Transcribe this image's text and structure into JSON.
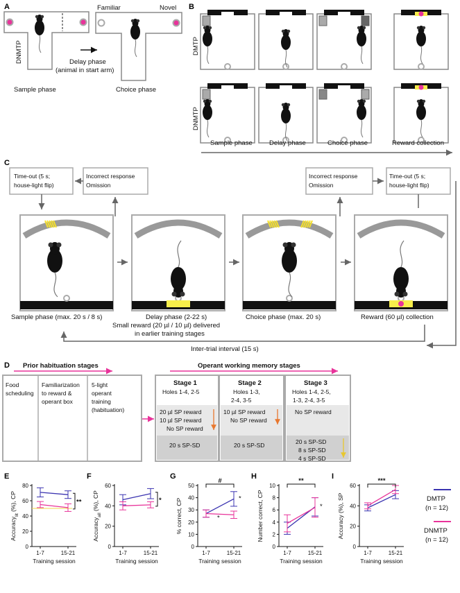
{
  "panelA": {
    "letter": "A",
    "familiar": "Familiar",
    "novel": "Novel",
    "dnmtp": "DNMTP",
    "delay_line1": "Delay phase",
    "delay_line2": "(animal in start arm)",
    "sample": "Sample phase",
    "choice": "Choice phase"
  },
  "panelB": {
    "letter": "B",
    "row1": "DMTP",
    "row2": "DNMTP",
    "cols": [
      "Sample phase",
      "Delay phase",
      "Choice phase",
      "Reward collection"
    ]
  },
  "panelC": {
    "letter": "C",
    "timeout_left": "Time-out (5 s;",
    "timeout_left2": "house-light flip)",
    "incorrect_left": "Incorrect response",
    "omission_left": "Omission",
    "incorrect_right": "Incorrect response",
    "omission_right": "Omission",
    "timeout_right": "Time-out (5 s;",
    "timeout_right2": "house-light flip)",
    "sample": "Sample phase (max. 20 s / 8 s)",
    "delay": "Delay phase (2-22 s)",
    "delay_note1": "Small reward (20 µl / 10 µl) delivered",
    "delay_note2": "in earlier training stages",
    "choice": "Choice phase (max. 20 s)",
    "reward": "Reward (60 µl) collection",
    "iti": "Inter-trial interval (15 s)"
  },
  "panelD": {
    "letter": "D",
    "prior": "Prior habituation stages",
    "operant": "Operant working memory stages",
    "food": [
      "Food",
      "scheduling"
    ],
    "familiar": [
      "Familiarization",
      "to reward &",
      "operant box"
    ],
    "light": [
      "5-light",
      "operant",
      "training",
      "(habituation)"
    ],
    "stage1": {
      "title": "Stage 1",
      "holes": [
        "Holes 1-4, 2-5"
      ],
      "rewards": [
        "20 µl SP reward",
        "10 µl SP reward",
        "No SP reward"
      ],
      "sd": [
        "20 s SP-SD"
      ]
    },
    "stage2": {
      "title": "Stage 2",
      "holes": [
        "Holes 1-3,",
        "2-4, 3-5"
      ],
      "rewards": [
        "10 µl SP reward",
        "No SP reward"
      ],
      "sd": [
        "20 s SP-SD"
      ]
    },
    "stage3": {
      "title": "Stage 3",
      "holes": [
        "Holes 1-4, 2-5,",
        "1-3, 2-4, 3-5"
      ],
      "rewards": [
        "No SP reward"
      ],
      "sd": [
        "20 s SP-SD",
        "8 s SP-SD",
        "4 s SP-SD"
      ]
    }
  },
  "colors": {
    "dmtp": "#3a33b0",
    "dnmtp": "#e8339a",
    "gray": "#8a8a8a",
    "light": "#f7ee4a",
    "orange": "#e8772e"
  },
  "legend": {
    "dmtp": "DMTP",
    "dmtp_n": "(n = 12)",
    "dnmtp": "DNMTP",
    "dnmtp_n": "(n = 12)"
  },
  "chart_data": [
    {
      "type": "line",
      "panel": "E",
      "ylabel": "Accuracy",
      "ylabel_sub": "lit",
      "ylabel_end": " (%), CP",
      "xlabel": "Training session",
      "categories": [
        "1-7",
        "15-21"
      ],
      "ylim": [
        0,
        80
      ],
      "yticks": [
        0,
        20,
        40,
        60,
        80
      ],
      "sig": "**",
      "series": [
        {
          "name": "DMTP",
          "values": [
            71,
            68
          ],
          "err": [
            6,
            5
          ]
        },
        {
          "name": "DNMTP",
          "values": [
            55,
            51
          ],
          "err": [
            4,
            5
          ]
        }
      ],
      "chance": 50
    },
    {
      "type": "line",
      "panel": "F",
      "ylabel": "Accuracy",
      "ylabel_sub": "all",
      "ylabel_end": " (%), CP",
      "xlabel": "Training session",
      "categories": [
        "1-7",
        "15-21"
      ],
      "ylim": [
        0,
        60
      ],
      "yticks": [
        0,
        20,
        40,
        60
      ],
      "sig": "*",
      "series": [
        {
          "name": "DMTP",
          "values": [
            46,
            52
          ],
          "err": [
            5,
            5
          ]
        },
        {
          "name": "DNMTP",
          "values": [
            40,
            41
          ],
          "err": [
            4,
            3
          ]
        }
      ]
    },
    {
      "type": "line",
      "panel": "G",
      "ylabel": "% correct, CP",
      "xlabel": "Training session",
      "categories": [
        "1-7",
        "15-21"
      ],
      "ylim": [
        0,
        50
      ],
      "yticks": [
        0,
        10,
        20,
        30,
        40,
        50
      ],
      "sig": "#",
      "mid_star": "*",
      "end_star": "*",
      "series": [
        {
          "name": "DMTP",
          "values": [
            27,
            39
          ],
          "err": [
            3,
            6
          ]
        },
        {
          "name": "DNMTP",
          "values": [
            27,
            26
          ],
          "err": [
            3,
            3
          ]
        }
      ]
    },
    {
      "type": "line",
      "panel": "H",
      "ylabel": "Number correct, CP",
      "xlabel": "Training session",
      "categories": [
        "1-7",
        "15-21"
      ],
      "ylim": [
        0,
        10
      ],
      "yticks": [
        0,
        2,
        4,
        6,
        8,
        10
      ],
      "sig": "**",
      "end_star": "*",
      "series": [
        {
          "name": "DMTP",
          "values": [
            3,
            6.5
          ],
          "err": [
            1,
            1.5
          ]
        },
        {
          "name": "DNMTP",
          "values": [
            3.8,
            6.4
          ],
          "err": [
            1.4,
            1.6
          ]
        }
      ]
    },
    {
      "type": "line",
      "panel": "I",
      "ylabel": "Accuracy (%), SP",
      "xlabel": "Training session",
      "categories": [
        "1-7",
        "15-21"
      ],
      "ylim": [
        0,
        60
      ],
      "yticks": [
        0,
        20,
        40,
        60
      ],
      "sig": "***",
      "series": [
        {
          "name": "DMTP",
          "values": [
            38,
            51
          ],
          "err": [
            3,
            4
          ]
        },
        {
          "name": "DNMTP",
          "values": [
            40,
            56
          ],
          "err": [
            3,
            4
          ]
        }
      ]
    }
  ]
}
